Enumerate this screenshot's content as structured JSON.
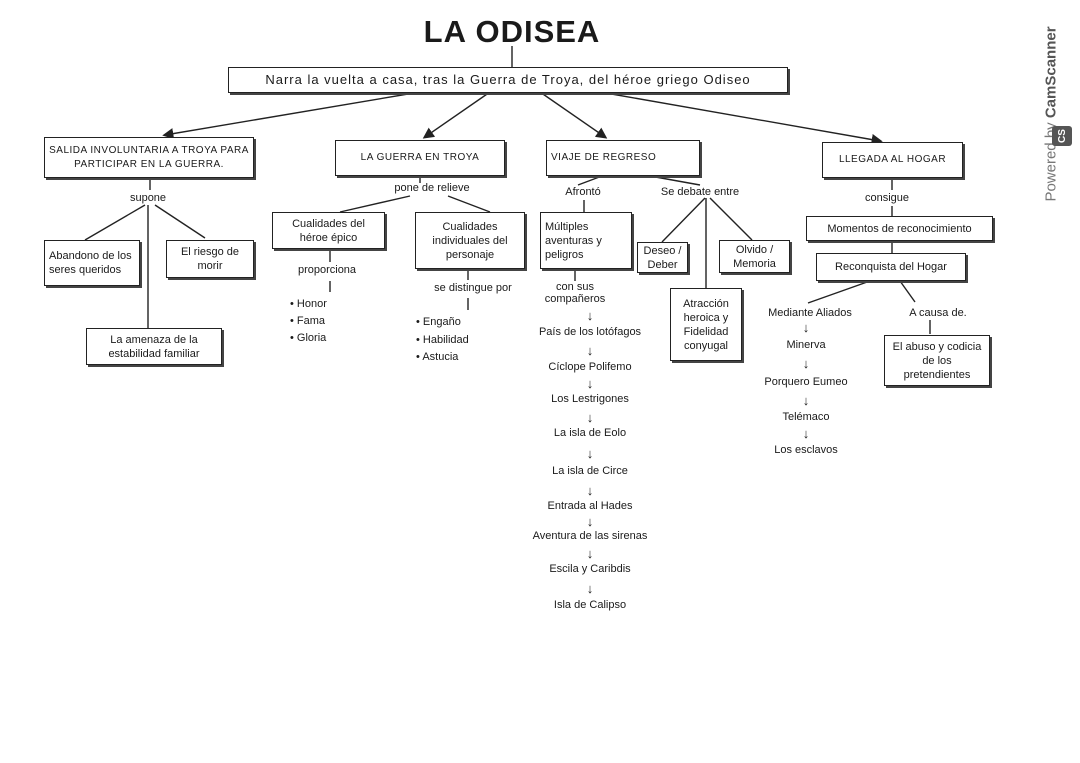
{
  "title": "LA ODISEA",
  "summary": "Narra la vuelta a casa, tras la Guerra de Troya, del héroe griego Odiseo",
  "branches": {
    "salida": {
      "label": "Salida involuntaria a Troya para participar en la guerra.",
      "connector": "supone",
      "items": [
        "Abandono de los seres queridos",
        "El riesgo de morir",
        "La amenaza de la estabilidad familiar"
      ]
    },
    "guerra": {
      "label": "La guerra en Troya",
      "connector": "pone de relieve",
      "heroe": {
        "label": "Cualidades del héroe épico",
        "connector": "proporciona",
        "items": [
          "Honor",
          "Fama",
          "Gloria"
        ]
      },
      "individuales": {
        "label": "Cualidades individuales del personaje",
        "connector": "se distingue por",
        "items": [
          "Engaño",
          "Habilidad",
          "Astucia"
        ]
      }
    },
    "viaje": {
      "label": "Viaje de regreso",
      "connector_left": "Afrontó",
      "aventuras": "Múltiples aventuras y peligros",
      "companions": "con sus compañeros",
      "stops": [
        "País de los lotófagos",
        "Cíclope Polifemo",
        "Los Lestrigones",
        "La isla de Eolo",
        "La isla de Circe",
        "Entrada al Hades",
        "Aventura de las sirenas",
        "Escila y Caribdis",
        "Isla de Calipso"
      ],
      "connector_right": "Se debate entre",
      "dilemmas": [
        "Deseo / Deber",
        "Olvido / Memoria",
        "Atracción heroica y Fidelidad conyugal"
      ]
    },
    "llegada": {
      "label": "Llegada al hogar",
      "connector": "consigue",
      "momentos": "Momentos de reconocimiento",
      "reconquista": "Reconquista del Hogar",
      "aliados_connector": "Mediante Aliados",
      "aliados": [
        "Minerva",
        "Porquero Eumeo",
        "Telémaco",
        "Los esclavos"
      ],
      "causa_connector": "A causa de.",
      "causa": "El abuso y codicia de los pretendientes"
    }
  },
  "watermark": {
    "prefix": "Powered by",
    "brand": "CamScanner",
    "logo": "CS"
  }
}
